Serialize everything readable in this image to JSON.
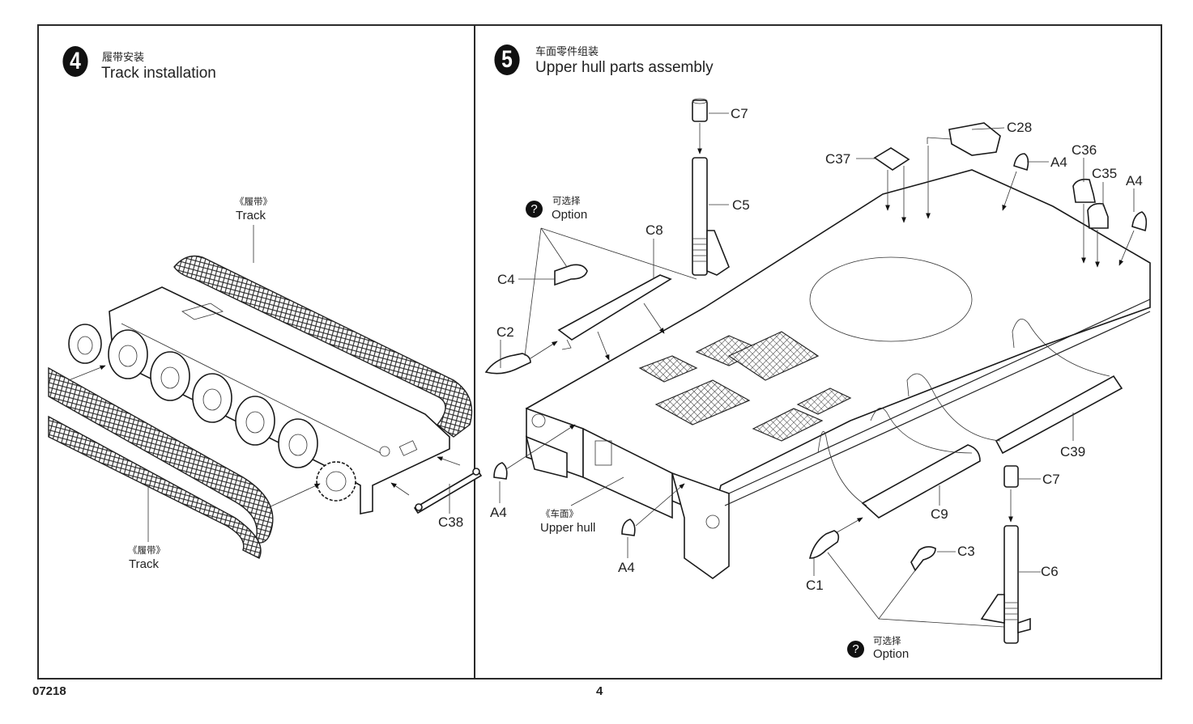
{
  "page": {
    "kit_code": "07218",
    "page_number": "4"
  },
  "step4": {
    "number": "4",
    "title_cn": "履带安装",
    "title_en": "Track installation",
    "labels": {
      "track_top_cn": "《履带》",
      "track_top_en": "Track",
      "track_bottom_cn": "《履带》",
      "track_bottom_en": "Track",
      "c38": "C38"
    }
  },
  "step5": {
    "number": "5",
    "title_cn": "车面零件组装",
    "title_en": "Upper hull parts assembly",
    "option_top": {
      "icon": "question-icon",
      "glyph": "?",
      "cn": "可选择",
      "en": "Option"
    },
    "option_bottom": {
      "icon": "question-icon",
      "glyph": "?",
      "cn": "可选择",
      "en": "Option"
    },
    "upper_hull_cn": "《车面》",
    "upper_hull_en": "Upper hull",
    "parts": {
      "c7_top": "C7",
      "c5": "C5",
      "c8": "C8",
      "c4": "C4",
      "c2": "C2",
      "c28": "C28",
      "c37": "C37",
      "a4_top": "A4",
      "c36": "C36",
      "c35": "C35",
      "a4_right": "A4",
      "a4_left": "A4",
      "a4_bottom": "A4",
      "c39": "C39",
      "c9": "C9",
      "c7_bottom": "C7",
      "c1": "C1",
      "c3": "C3",
      "c6": "C6"
    }
  }
}
